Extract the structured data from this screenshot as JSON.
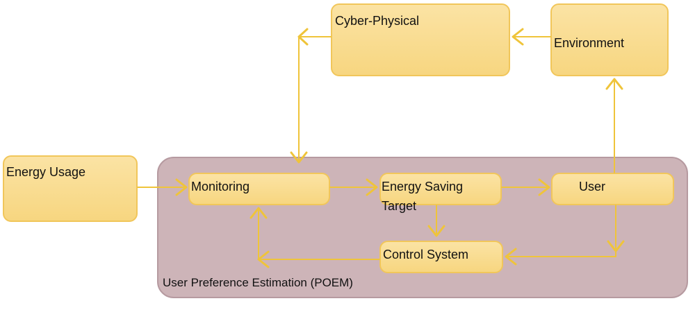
{
  "nodes": {
    "cyber_physical": "Cyber-Physical",
    "environment": "Environment",
    "energy_usage": "Energy Usage",
    "monitoring": "Monitoring",
    "energy_saving_target_line1": "Energy Saving",
    "energy_saving_target_line2": "Target",
    "user": "User",
    "control_system": "Control System"
  },
  "group": {
    "label": "User Preference Estimation (POEM)"
  },
  "colors": {
    "node_fill": "#f7d680",
    "node_border": "#f1c65a",
    "arrow": "#efc43a",
    "group_fill": "#cdb4b8"
  }
}
